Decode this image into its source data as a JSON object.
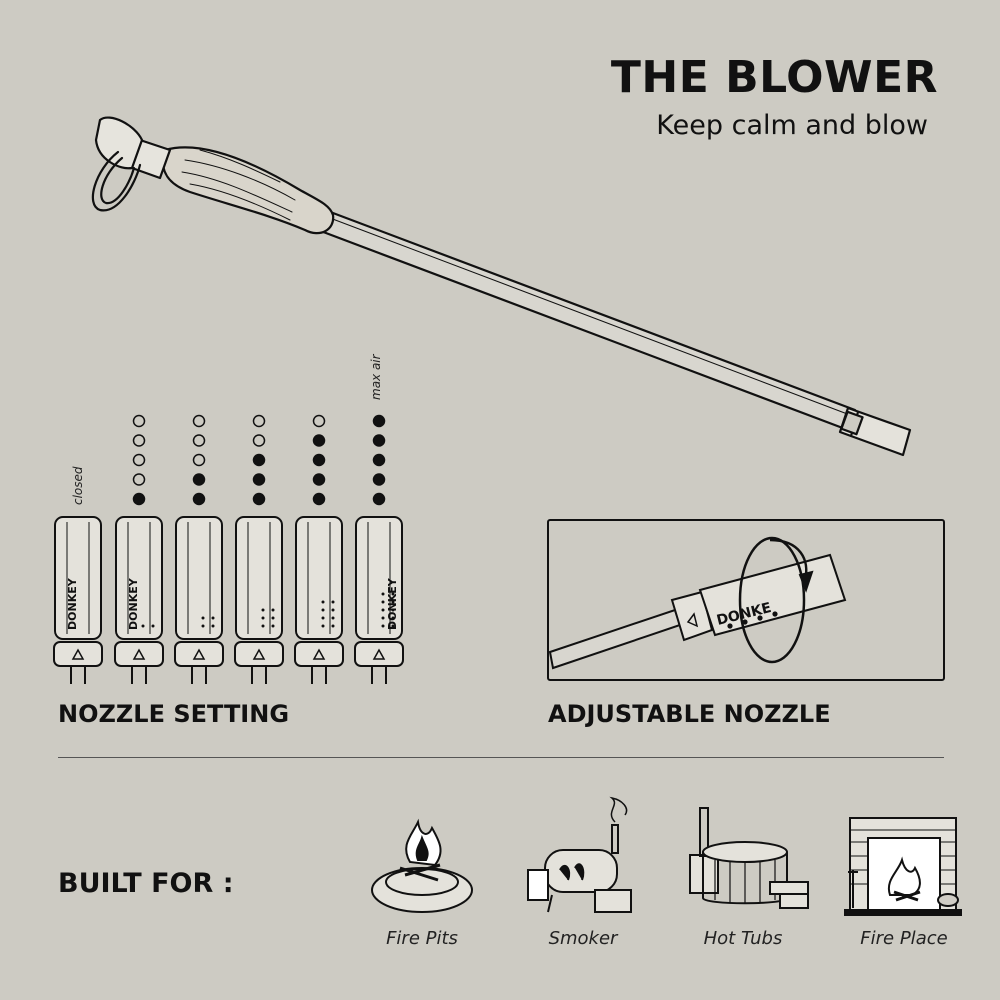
{
  "header": {
    "title": "THE BLOWER",
    "subtitle": "Keep calm and blow"
  },
  "nozzle_setting": {
    "title": "NOZZLE SETTING",
    "label_closed": "closed",
    "label_max": "max air",
    "brand": "DONKEY",
    "filled_indicators": [
      0,
      1,
      2,
      3,
      4,
      5
    ],
    "total_indicators": 5
  },
  "adjustable": {
    "title": "ADJUSTABLE NOZZLE",
    "brand_partial": "DONKE"
  },
  "built_for": {
    "title": "BUILT FOR :",
    "items": [
      {
        "label": "Fire Pits",
        "icon": "fire-pit-icon"
      },
      {
        "label": "Smoker",
        "icon": "smoker-icon"
      },
      {
        "label": "Hot Tubs",
        "icon": "hot-tub-icon"
      },
      {
        "label": "Fire Place",
        "icon": "fireplace-icon"
      }
    ]
  },
  "colors": {
    "background": "#cdcbc3",
    "ink": "#111111"
  }
}
